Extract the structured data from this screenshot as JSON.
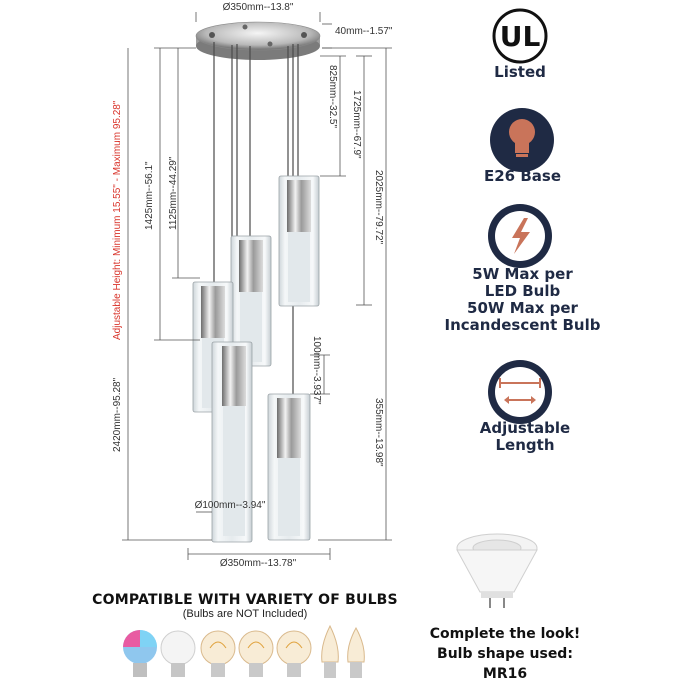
{
  "dimensions": {
    "top_width": "Ø350mm--13.8\"",
    "canopy_height": "40mm--1.57\"",
    "d_825": "825mm--32.5\"",
    "d_1725": "1725mm--67.9\"",
    "d_1425": "1425mm--56.1\"",
    "d_1125": "1125mm--44.29\"",
    "d_2025": "2025mm--79.72\"",
    "d_100": "100mm--3.937\"",
    "d_355": "355mm--13.98\"",
    "d_2420": "2420mm--95.28\"",
    "adjustable": "Adjustable Height: Minimum 15.55\" - Maximum 95.28\"",
    "shade_diameter": "Ø100mm--3.94\"",
    "bottom_width": "Ø350mm--13.78\""
  },
  "features": {
    "ul_mark": "UL",
    "listed": "Listed",
    "base": "E26 Base",
    "wattage": "5W Max per LED Bulb 50W Max per Incandescent Bulb",
    "wattage_line1": "5W Max per",
    "wattage_line2": "LED Bulb",
    "wattage_line3": "50W Max per",
    "wattage_line4": "Incandescent Bulb",
    "adjustable_line1": "Adjustable",
    "adjustable_line2": "Length"
  },
  "bulbs": {
    "title": "COMPATIBLE WITH VARIETY OF BULBS",
    "subtitle": "(Bulbs are NOT Included)"
  },
  "look": {
    "line1": "Complete the look!",
    "line2": "Bulb shape used:",
    "line3": "MR16"
  },
  "colors": {
    "icon_navy": "#1f2a44",
    "bulb_orange": "#c9745a",
    "dimension_red": "#d9342b"
  }
}
